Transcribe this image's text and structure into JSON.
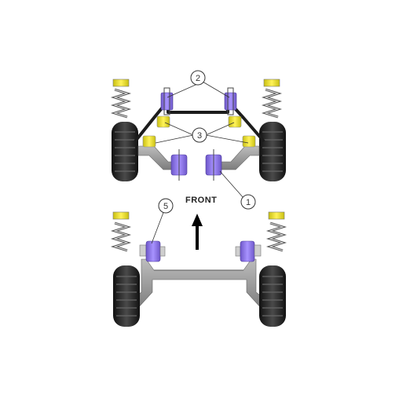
{
  "diagram": {
    "front_label": "FRONT",
    "callouts": [
      {
        "id": "callout-1",
        "label": "1"
      },
      {
        "id": "callout-2",
        "label": "2"
      },
      {
        "id": "callout-3",
        "label": "3"
      },
      {
        "id": "callout-5",
        "label": "5"
      }
    ],
    "colors": {
      "bushing": "#9b84f0",
      "bushing_dark": "#6e57c9",
      "spring_seat": "#f4ec3a",
      "frame": "#9a9a9a",
      "tyre": "#2a2a2a"
    }
  }
}
